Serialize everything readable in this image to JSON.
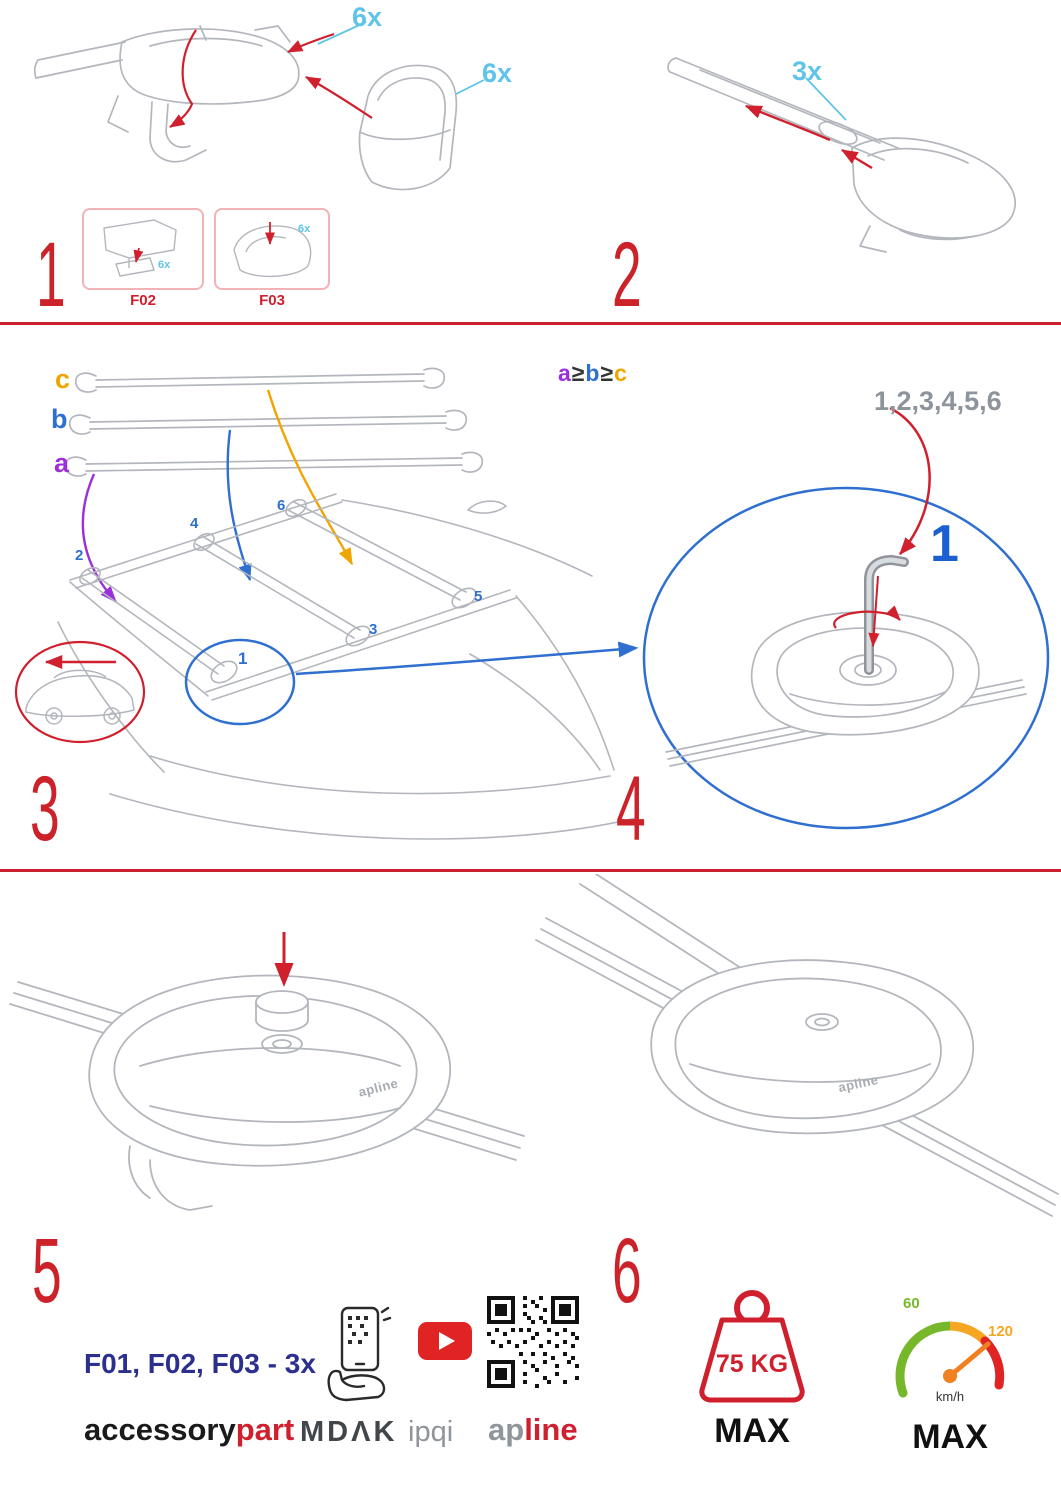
{
  "colors": {
    "red": "#cc2229",
    "cyan": "#5fc4e7",
    "blue": "#2f6fd0",
    "purple": "#9b30d9",
    "orange": "#f0a500",
    "navy": "#2b2f8e",
    "gray": "#8d949b",
    "line_art": "#b3b7bd"
  },
  "steps": {
    "s1": {
      "number": "1",
      "qty_top": "6x",
      "qty_side": "6x",
      "boxes": [
        {
          "code": "F02",
          "qty": "6x"
        },
        {
          "code": "F03",
          "qty": "6x"
        }
      ]
    },
    "s2": {
      "number": "2",
      "qty": "3x"
    },
    "s3": {
      "number": "3",
      "bars": [
        {
          "label": "c"
        },
        {
          "label": "b"
        },
        {
          "label": "a"
        }
      ],
      "rule": {
        "a": "a",
        "ge1": "≥",
        "b": "b",
        "ge2": "≥",
        "c": "c"
      },
      "positions": {
        "p1": "1",
        "p2": "2",
        "p3": "3",
        "p4": "4",
        "p5": "5",
        "p6": "6"
      }
    },
    "s4": {
      "number": "4",
      "sequence": "1,2,3,4,5,6",
      "callout": "1"
    },
    "s5": {
      "number": "5",
      "foot_logo": "apline"
    },
    "s6": {
      "number": "6",
      "foot_logo": "apline"
    }
  },
  "footer": {
    "parts_line": "F01, F02, F03 - 3x",
    "brand_accessory": "accessory",
    "brand_part": "part",
    "brand_mdak": "MDΛK",
    "brand_ipqi": "ipqi",
    "brand_ap": "ap",
    "brand_line": "line",
    "weight_value": "75 KG",
    "weight_max": "MAX",
    "speed_low": "60",
    "speed_high": "120",
    "speed_unit": "km/h",
    "speed_max": "MAX"
  }
}
